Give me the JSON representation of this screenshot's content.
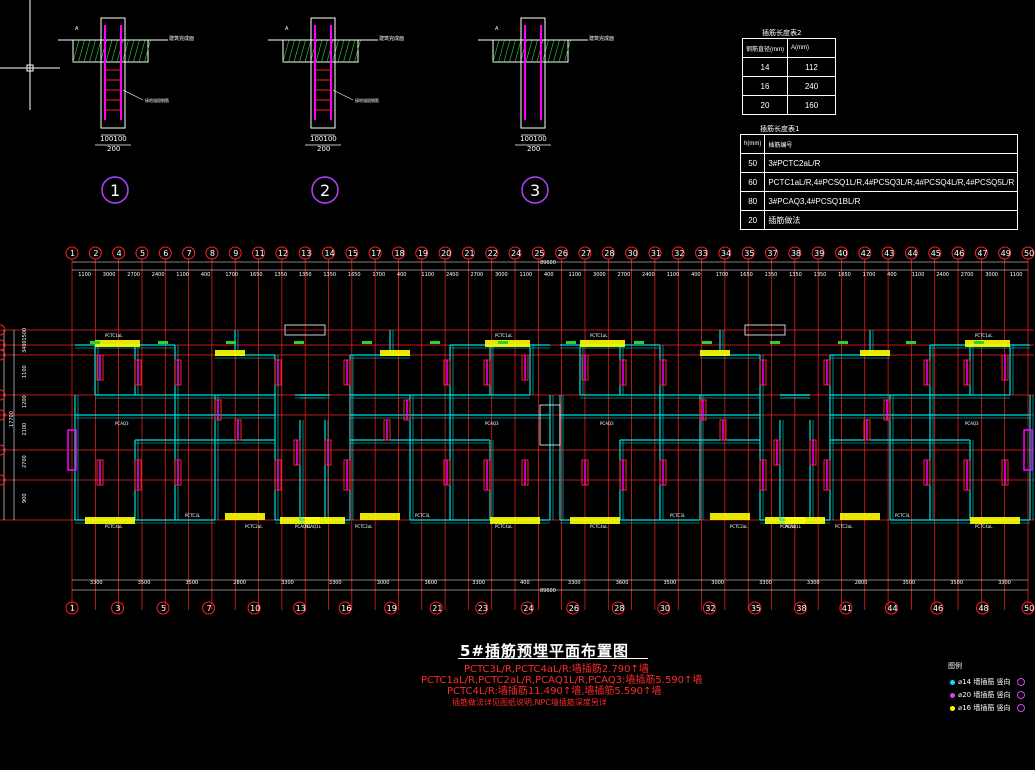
{
  "drawing": {
    "title": "5#插筋预埋平面布置图",
    "notes": [
      "PCTC3L/R,PCTC4aL/R:墙插筋2.790↑墙",
      "PCTC1aL/R,PCTC2aL/R,PCAQ1L/R,PCAQ3:墙插筋5.590↑墙",
      "PCTC4L/R:墙插筋11.490↑墙,墙插筋5.590↑墙",
      "插筋做法详见图纸说明,NPC墙插筋深度另详"
    ],
    "top_axes": [
      "1",
      "2",
      "4",
      "5",
      "6",
      "7",
      "8",
      "9",
      "11",
      "12",
      "13",
      "14",
      "15",
      "17",
      "18",
      "19",
      "20",
      "21",
      "22",
      "24",
      "25",
      "26",
      "27",
      "28",
      "30",
      "31",
      "32",
      "33",
      "34",
      "35",
      "37",
      "38",
      "39",
      "40",
      "42",
      "43",
      "44",
      "45",
      "46",
      "47",
      "49",
      "50"
    ],
    "bottom_axes": [
      "1",
      "3",
      "5",
      "7",
      "10",
      "13",
      "16",
      "19",
      "21",
      "23",
      "24",
      "26",
      "28",
      "30",
      "32",
      "35",
      "38",
      "41",
      "44",
      "46",
      "48",
      "50"
    ],
    "top_dims": [
      "1100",
      "3000",
      "2700",
      "2400",
      "1100",
      "400",
      "1700",
      "1650",
      "1350",
      "1350",
      "1350",
      "1650",
      "1700",
      "400",
      "1100",
      "2400",
      "2700",
      "3000",
      "1100",
      "400",
      "1100",
      "3000",
      "2700",
      "2400",
      "1100",
      "400",
      "1700",
      "1650",
      "1350",
      "1350",
      "1350",
      "1650",
      "1700",
      "400",
      "1100",
      "2400",
      "2700",
      "3000",
      "1100"
    ],
    "bottom_dims": [
      "3300",
      "3500",
      "3500",
      "2800",
      "3300",
      "3300",
      "3000",
      "3600",
      "3300",
      "400",
      "3300",
      "3600",
      "3500",
      "3000",
      "3300",
      "3300",
      "2800",
      "3500",
      "3500",
      "3300"
    ],
    "overall_dim": "89600",
    "left_dims": [
      "1500",
      "3400",
      "1100",
      "1200",
      "2100",
      "2700",
      "900"
    ],
    "left_total": "17700",
    "details": [
      {
        "id": "1",
        "dims": [
          "100",
          "100",
          "200"
        ],
        "annot": "接地锚固钢筋",
        "ground": "建筑完成面"
      },
      {
        "id": "2",
        "dims": [
          "100",
          "100",
          "200"
        ],
        "annot": "接地锚固钢筋",
        "ground": "建筑完成面"
      },
      {
        "id": "3",
        "dims": [
          "100",
          "100",
          "200"
        ],
        "annot": "",
        "ground": "建筑完成面"
      }
    ],
    "tag_labels": [
      "PCTC1aL",
      "PCTC3L",
      "PCTC4aL",
      "PCTC2aL",
      "PCAQ1L",
      "PCAQ3",
      "PCTC4L",
      "PCSQ1L",
      "PCTC3R",
      "PCTC1aR"
    ]
  },
  "table_a": {
    "title": "插筋长度表2",
    "header": [
      "钢筋直径(mm)",
      "A(mm)"
    ],
    "rows": [
      [
        "14",
        "112"
      ],
      [
        "16",
        "240"
      ],
      [
        "20",
        "160"
      ]
    ]
  },
  "table_b": {
    "title": "插筋长度表1",
    "header": [
      "h(mm)",
      "插筋编号"
    ],
    "rows": [
      [
        "50",
        "3#PCTC2aL/R"
      ],
      [
        "60",
        "PCTC1aL/R,4#PCSQ1L/R,4#PCSQ3L/R,4#PCSQ4L/R,4#PCSQ5L/R"
      ],
      [
        "80",
        "3#PCAQ3,4#PCSQ1BL/R"
      ],
      [
        "20",
        "插筋做法"
      ]
    ]
  },
  "legend": {
    "title": "图例",
    "items": [
      {
        "label": "⌀14",
        "desc": "墙插筋 竖向",
        "color": "#00e5ff"
      },
      {
        "label": "⌀20",
        "desc": "墙插筋 竖向",
        "color": "#d040ff"
      },
      {
        "label": "⌀16",
        "desc": "墙插筋 竖向",
        "color": "#ffff00"
      }
    ]
  },
  "colors": {
    "red": "#ff2020",
    "cyan": "#00e0e0",
    "yellow": "#ffff00",
    "magenta": "#ff00ff",
    "white": "#ffffff",
    "green": "#30d030",
    "purple": "#b040ff",
    "bg": "#000000"
  }
}
